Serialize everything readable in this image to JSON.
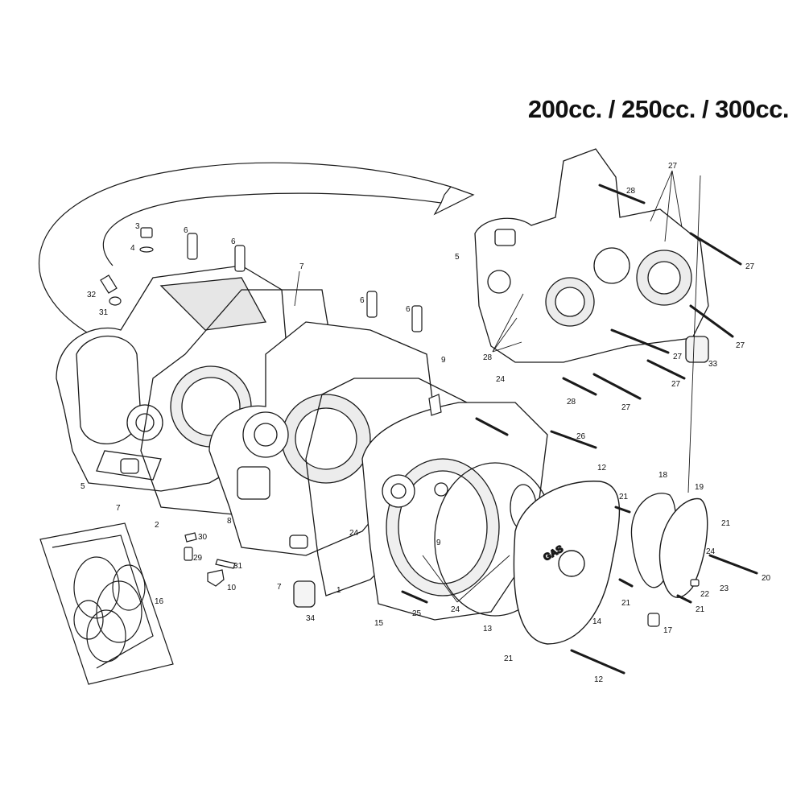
{
  "title": "200cc. / 250cc. / 300cc.",
  "colors": {
    "line": "#1a1a1a",
    "fill": "#ffffff",
    "shade": "#e6e6e6"
  },
  "callouts": [
    {
      "label": "3"
    },
    {
      "label": "4"
    },
    {
      "label": "6"
    },
    {
      "label": "6"
    },
    {
      "label": "32"
    },
    {
      "label": "31"
    },
    {
      "label": "7"
    },
    {
      "label": "6"
    },
    {
      "label": "6"
    },
    {
      "label": "5"
    },
    {
      "label": "7"
    },
    {
      "label": "2"
    },
    {
      "label": "8"
    },
    {
      "label": "30"
    },
    {
      "label": "29"
    },
    {
      "label": "31"
    },
    {
      "label": "10"
    },
    {
      "label": "7"
    },
    {
      "label": "1"
    },
    {
      "label": "34"
    },
    {
      "label": "16"
    },
    {
      "label": "9"
    },
    {
      "label": "24"
    },
    {
      "label": "24"
    },
    {
      "label": "9"
    },
    {
      "label": "15"
    },
    {
      "label": "25"
    },
    {
      "label": "24"
    },
    {
      "label": "13"
    },
    {
      "label": "26"
    },
    {
      "label": "12"
    },
    {
      "label": "21"
    },
    {
      "label": "14"
    },
    {
      "label": "21"
    },
    {
      "label": "12"
    },
    {
      "label": "18"
    },
    {
      "label": "19"
    },
    {
      "label": "21"
    },
    {
      "label": "24"
    },
    {
      "label": "20"
    },
    {
      "label": "21"
    },
    {
      "label": "23"
    },
    {
      "label": "22"
    },
    {
      "label": "21"
    },
    {
      "label": "17"
    },
    {
      "label": "27"
    },
    {
      "label": "28"
    },
    {
      "label": "5"
    },
    {
      "label": "27"
    },
    {
      "label": "28"
    },
    {
      "label": "27"
    },
    {
      "label": "27"
    },
    {
      "label": "33"
    },
    {
      "label": "27"
    },
    {
      "label": "28"
    },
    {
      "label": "27"
    }
  ]
}
